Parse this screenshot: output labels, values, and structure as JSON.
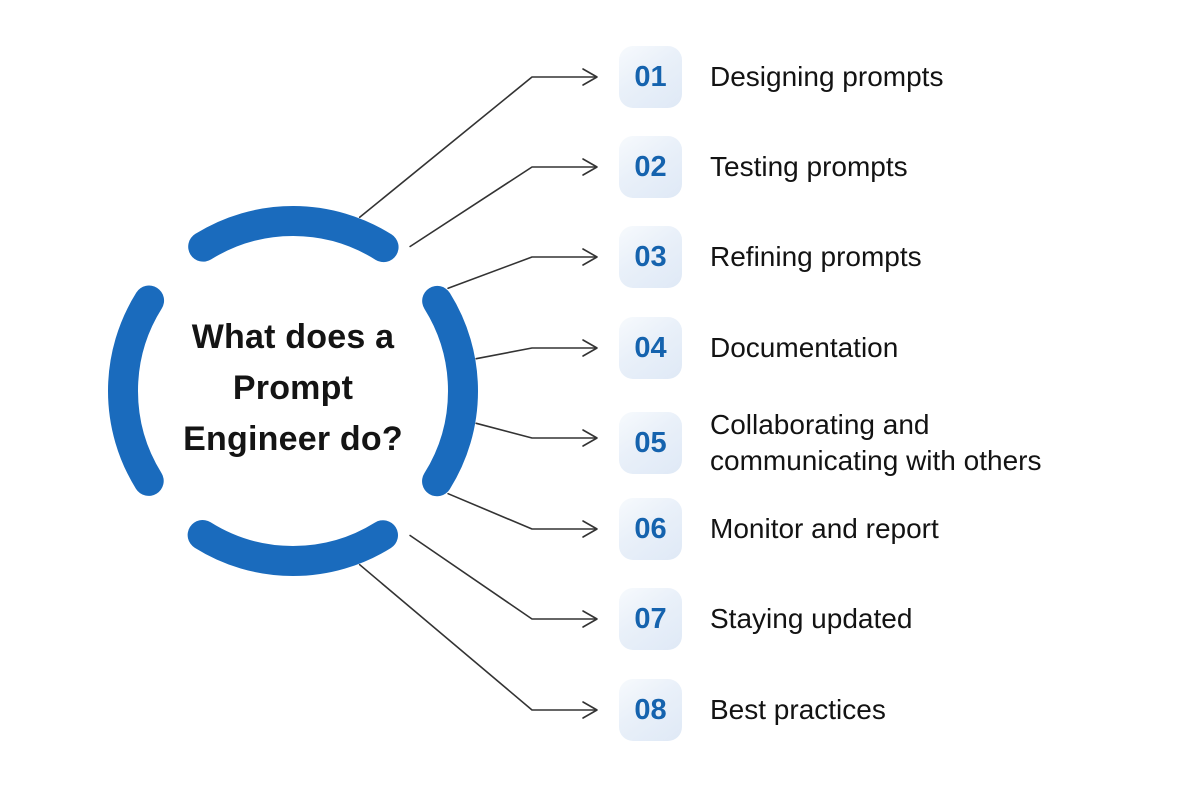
{
  "title": {
    "full_text": "What does a Prompt Engineer do?",
    "lines": [
      "What does a",
      "Prompt",
      "Engineer do?"
    ]
  },
  "items": [
    {
      "number": "01",
      "label": "Designing prompts"
    },
    {
      "number": "02",
      "label": "Testing prompts"
    },
    {
      "number": "03",
      "label": "Refining prompts"
    },
    {
      "number": "04",
      "label": "Documentation"
    },
    {
      "number": "05",
      "label": "Collaborating and communicating with others"
    },
    {
      "number": "06",
      "label": "Monitor and report"
    },
    {
      "number": "07",
      "label": "Staying updated"
    },
    {
      "number": "08",
      "label": "Best practices"
    }
  ],
  "colors": {
    "circle_blue": "#1a6bbd",
    "number_blue": "#1563ae",
    "badge_background": "#e7eef8",
    "connector_line": "#333333",
    "text": "#131313",
    "background": "#ffffff"
  }
}
